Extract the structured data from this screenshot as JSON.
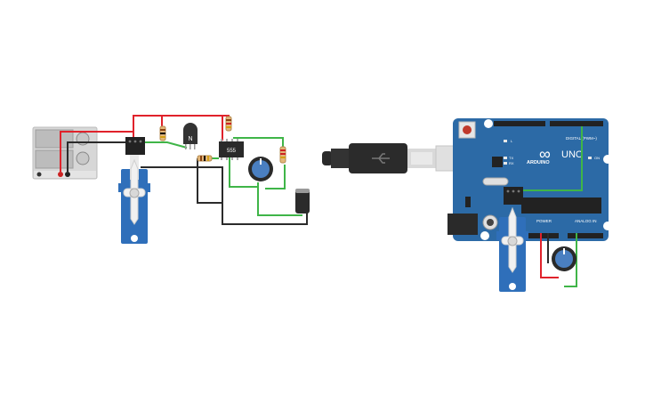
{
  "canvas": {
    "background": "#ffffff"
  },
  "colors": {
    "wire_red": "#e0222b",
    "wire_black": "#2b2b2b",
    "wire_green": "#3fb548",
    "servo_blue": "#2f6fba",
    "arduino_blue": "#2c6aa6",
    "pot_knob": "#4a7fc1"
  },
  "circuit_left": {
    "ic_label": "555",
    "transistor_label": "N"
  },
  "usb_cable": {
    "icon": "usb-icon"
  },
  "arduino": {
    "logo_symbol": "∞",
    "brand": "ARDUINO",
    "model": "UNO",
    "digital_label": "DIGITAL (PWM~)",
    "power_label": "POWER",
    "analog_label": "ANALOG IN",
    "tx_label": "TX",
    "rx_label": "RX",
    "l_label": "L",
    "on_label": "ON"
  }
}
